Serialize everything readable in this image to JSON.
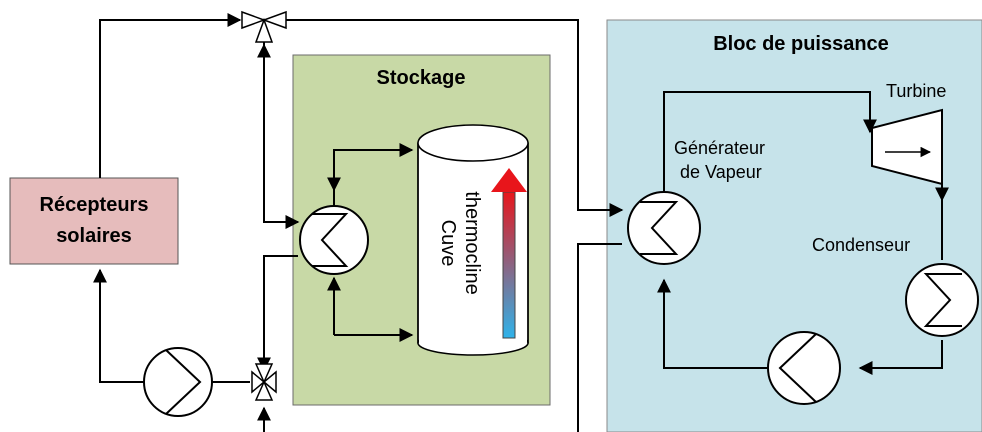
{
  "receiver": {
    "line1": "Récepteurs",
    "line2": "solaires"
  },
  "storage": {
    "title": "Stockage",
    "tank_line1": "Cuve",
    "tank_line2": "thermocline"
  },
  "power_block": {
    "title": "Bloc de puissance",
    "turbine": "Turbine",
    "steam_gen_line1": "Générateur",
    "steam_gen_line2": "de Vapeur",
    "condenser": "Condenseur"
  },
  "colors": {
    "storage_fill": "#c8d9a6",
    "power_fill": "#c6e3ea",
    "receiver_fill": "#e6bcbc",
    "gradient_hot": "#e8151b",
    "gradient_cold": "#2fb3ea"
  }
}
